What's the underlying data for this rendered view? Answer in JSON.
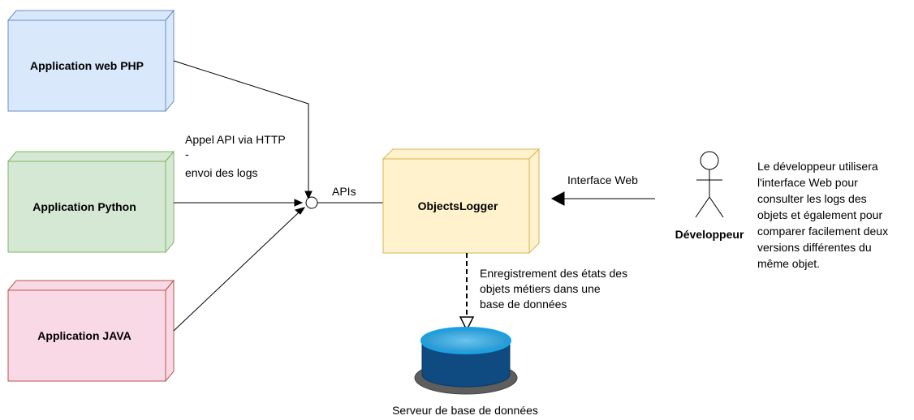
{
  "nodes": {
    "php": {
      "label": "Application web PHP",
      "fill": "#dae8fc",
      "stroke": "#6c8ebf"
    },
    "python": {
      "label": "Application Python",
      "fill": "#d5e8d4",
      "stroke": "#82b366"
    },
    "java": {
      "label": "Application JAVA",
      "fill": "#fad9e6",
      "stroke": "#b85450"
    },
    "logger": {
      "label": "ObjectsLogger",
      "fill": "#fff2cc",
      "stroke": "#d6b656"
    },
    "database": {
      "label": "Serveur de base de données",
      "top_fill": "#1ba1e2",
      "body_fill": "#10477d",
      "shadow_fill": "#636363"
    },
    "developer": {
      "label": "Développeur"
    }
  },
  "edges": {
    "api_call": {
      "lines": [
        "Appel API via HTTP",
        "-",
        "envoi des logs"
      ]
    },
    "apis": {
      "label": "APIs"
    },
    "web_interface": {
      "label": "Interface Web"
    },
    "storage": {
      "lines": [
        "Enregistrement des états des",
        "objets métiers dans une",
        "base de données"
      ]
    }
  },
  "note": {
    "lines": [
      "Le développeur utilisera",
      "l'interface Web pour",
      "consulter les logs des",
      "objets et également pour",
      "comparer facilement deux",
      "versions différentes du",
      "même objet."
    ]
  }
}
